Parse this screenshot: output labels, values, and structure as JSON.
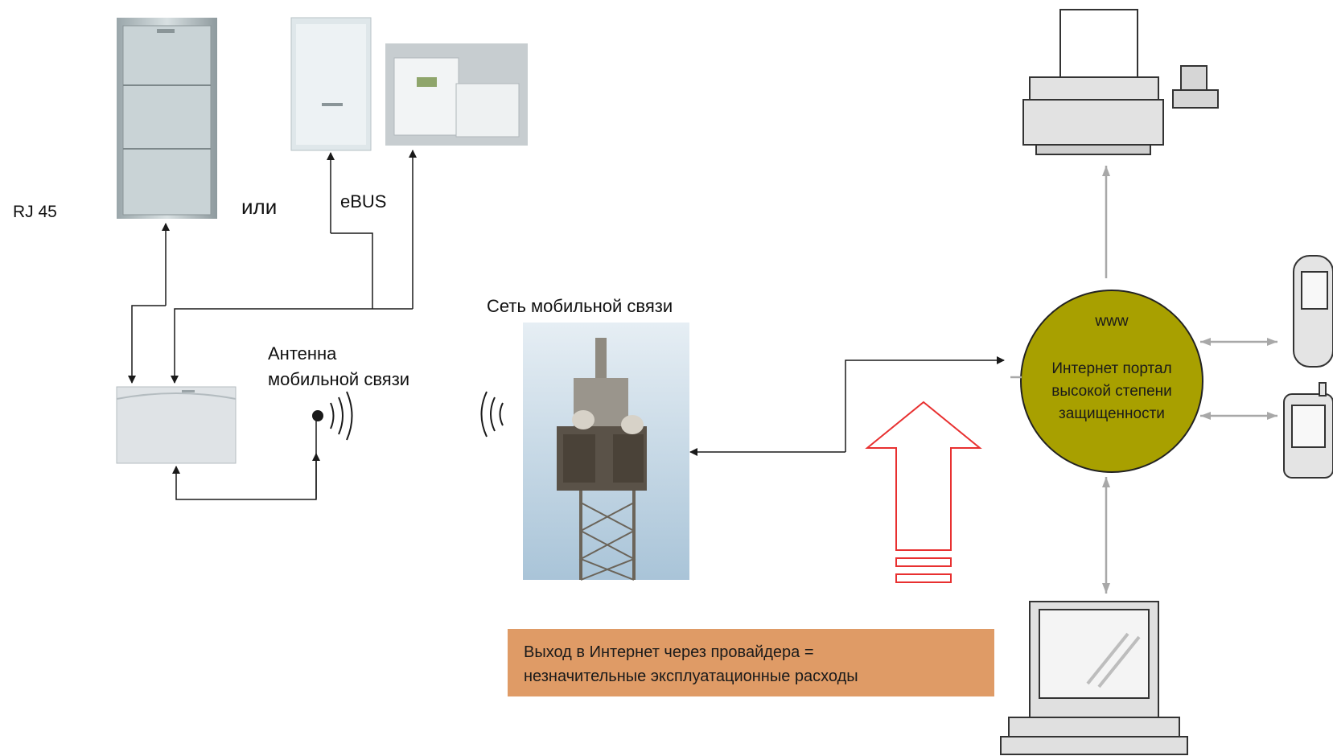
{
  "labels": {
    "rj45": "RJ 45",
    "ili": "или",
    "ebus": "eBUS",
    "mobile_network": "Сеть мобильной связи",
    "antenna_line1": "Антенна",
    "antenna_line2": "мобильной связи"
  },
  "portal": {
    "www": "www",
    "line1": "Интернет портал",
    "line2": "высокой степени",
    "line3": "защищенности"
  },
  "info_box": {
    "line1": "Выход в Интернет через провайдера =",
    "line2": "незначительные эксплуатационные расходы"
  },
  "colors": {
    "portal_fill": "#a8a000",
    "info_fill": "#df9b66",
    "big_arrow": "#e83030",
    "gray_arrow": "#a8a8a8",
    "line": "#1a1a1a"
  }
}
